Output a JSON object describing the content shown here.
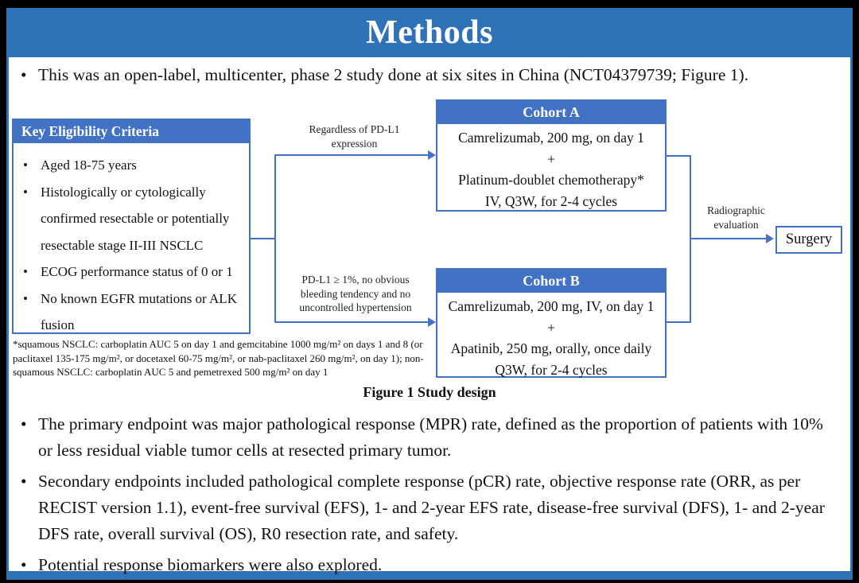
{
  "slide": {
    "title": "Methods",
    "intro_bullet": "This was an open-label, multicenter, phase 2 study done at six sites in China (NCT04379739; Figure 1).",
    "bullets": [
      "The primary endpoint was major pathological response (MPR) rate, defined as the proportion of patients with 10% or less residual viable tumor cells at resected primary tumor.",
      "Secondary endpoints included pathological complete response (pCR) rate, objective response rate (ORR, as per RECIST version 1.1), event-free survival (EFS), 1- and 2-year EFS rate, disease-free survival (DFS), 1- and 2-year DFS rate, overall survival (OS), R0 resection rate, and safety.",
      "Potential response biomarkers were also explored."
    ]
  },
  "figure": {
    "caption": "Figure 1 Study design",
    "eligibility": {
      "header": "Key Eligibility Criteria",
      "items": [
        "Aged 18-75 years",
        "Histologically or cytologically confirmed resectable or potentially resectable stage II-III NSCLC",
        "ECOG performance status of 0 or 1",
        "No known EGFR mutations or ALK fusion"
      ]
    },
    "branch_top_label": "Regardless of PD-L1 expression",
    "branch_bottom_label": "PD-L1 ≥ 1%, no obvious bleeding tendency and no uncontrolled hypertension",
    "cohort_a": {
      "header": "Cohort A",
      "lines": [
        "Camrelizumab, 200 mg, on day 1",
        "+",
        "Platinum-doublet chemotherapy*",
        "IV, Q3W, for 2-4 cycles"
      ]
    },
    "cohort_b": {
      "header": "Cohort B",
      "lines": [
        "Camrelizumab, 200 mg, IV, on day 1",
        "+",
        "Apatinib, 250 mg, orally, once daily",
        "Q3W, for 2-4 cycles"
      ]
    },
    "evaluation_label": "Radiographic evaluation",
    "surgery_label": "Surgery",
    "footnote": "*squamous NSCLC: carboplatin AUC 5 on day 1 and gemcitabine 1000 mg/m² on days 1 and 8 (or paclitaxel 135-175 mg/m², or docetaxel 60-75 mg/m², or nab-paclitaxel 260 mg/m², on day 1); non-squamous NSCLC: carboplatin AUC 5 and pemetrexed 500 mg/m² on day 1"
  },
  "colors": {
    "title_bar": "#2F72B8",
    "box_header": "#4272C4",
    "connector_line": "#4472C4",
    "text": "#111111",
    "background_frame": "#000000"
  }
}
